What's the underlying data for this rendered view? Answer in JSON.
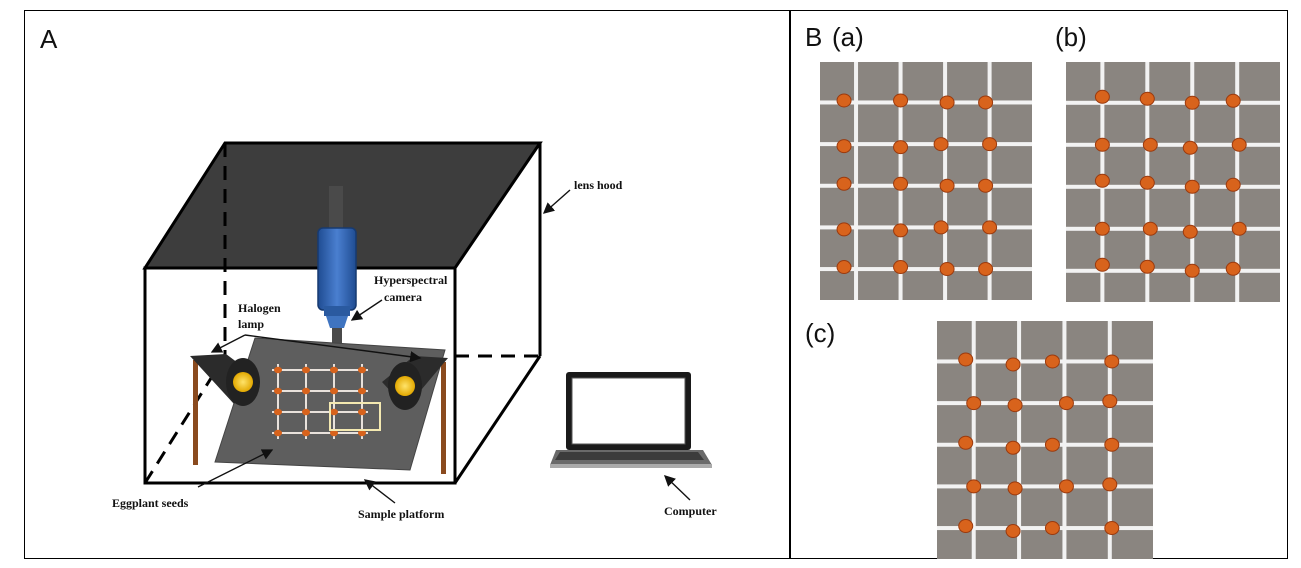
{
  "panels": {
    "a_label": "A",
    "b_label": "B",
    "sub_a": "(a)",
    "sub_b": "(b)",
    "sub_c": "(c)"
  },
  "annotations": {
    "lens_hood": "lens hood",
    "camera_line1": "Hyperspectral",
    "camera_line2": "camera",
    "lamp_line1": "Halogen",
    "lamp_line2": "lamp",
    "seeds": "Eggplant seeds",
    "platform": "Sample platform",
    "computer": "Computer"
  },
  "colors": {
    "hood_top": "#3d3d3d",
    "platform": "#5e5e5e",
    "camera": "#2f5fa8",
    "lamp_glow": "#f2c318",
    "seed": "#d8631c",
    "photo_bg": "#8a8580",
    "grid_line": "#f2f2f2"
  },
  "photos": {
    "a": {
      "rows": 5,
      "cols": 4
    },
    "b": {
      "rows": 5,
      "cols": 4
    },
    "c": {
      "rows": 5,
      "cols": 4
    }
  }
}
